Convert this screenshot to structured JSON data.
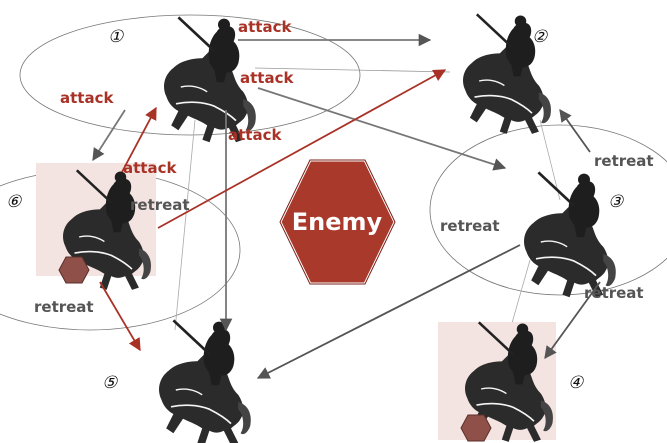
{
  "colors": {
    "attack": "#a93226",
    "retreat": "#555555",
    "enemy_fill": "#a8392b",
    "enemy_stroke": "#7a2018",
    "highlight_bg": "#f4e4e1",
    "hex_small": "#8e5048"
  },
  "center": {
    "label": "Enemy"
  },
  "knights": [
    {
      "id": "1",
      "number": "①"
    },
    {
      "id": "2",
      "number": "②"
    },
    {
      "id": "3",
      "number": "③"
    },
    {
      "id": "4",
      "number": "④"
    },
    {
      "id": "5",
      "number": "⑤"
    },
    {
      "id": "6",
      "number": "⑥"
    }
  ],
  "labels": {
    "attack": "attack",
    "retreat": "retreat"
  },
  "arrows": [
    {
      "from": "1",
      "to": "2",
      "kind": "attack",
      "text": "attack"
    },
    {
      "from": "1",
      "to": "3",
      "kind": "attack",
      "text": "attack"
    },
    {
      "from": "1",
      "to": "5",
      "kind": "attack",
      "text": "attack"
    },
    {
      "from": "1",
      "to": "6",
      "kind": "attack",
      "text": "attack"
    },
    {
      "from": "6",
      "to": "1",
      "kind": "attack",
      "text": "attack"
    },
    {
      "from": "6",
      "to": "2",
      "kind": "retreat",
      "text": "retreat"
    },
    {
      "from": "6",
      "to": "5",
      "kind": "retreat",
      "text": "retreat"
    },
    {
      "from": "3",
      "to": "2",
      "kind": "retreat",
      "text": "retreat"
    },
    {
      "from": "3",
      "to": "5",
      "kind": "retreat",
      "text": "retreat"
    },
    {
      "from": "3",
      "to": "4",
      "kind": "retreat",
      "text": "retreat"
    }
  ]
}
